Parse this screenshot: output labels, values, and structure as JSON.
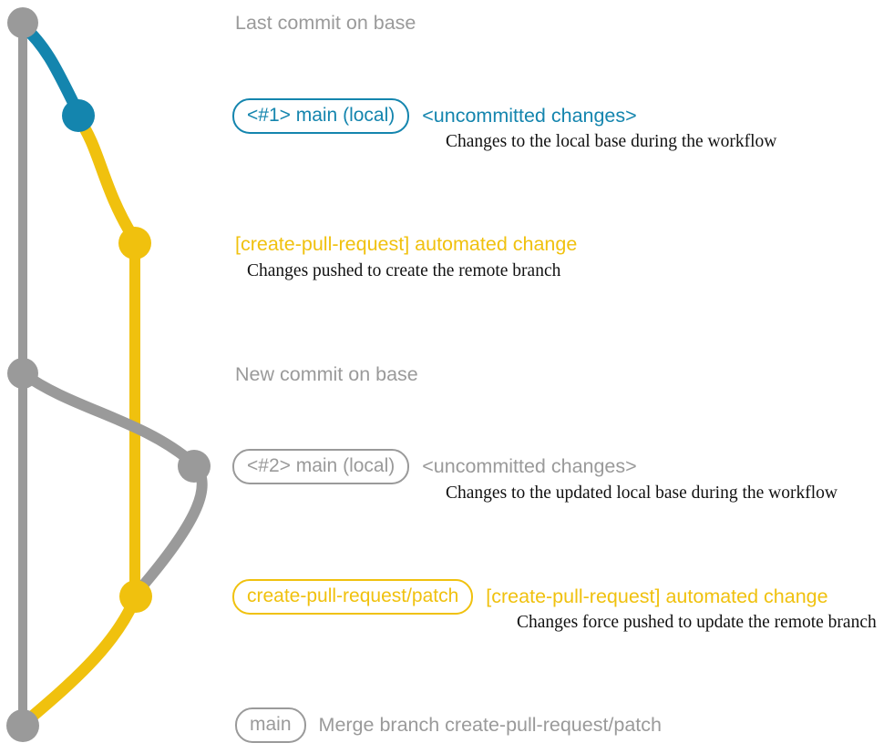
{
  "colors": {
    "base_gray": "#9a9a9a",
    "blue": "#1485ae",
    "yellow": "#f0c10e",
    "description_text": "#111111",
    "background": "#ffffff"
  },
  "graph": {
    "commits": [
      {
        "id": "last-commit-on-base",
        "branch": "base",
        "color": "#9a9a9a"
      },
      {
        "id": "main-local-1",
        "branch": "main (local)",
        "color": "#1485ae"
      },
      {
        "id": "automated-change-1",
        "branch": "create-pull-request/patch",
        "color": "#f0c10e"
      },
      {
        "id": "new-commit-on-base",
        "branch": "base",
        "color": "#9a9a9a"
      },
      {
        "id": "main-local-2",
        "branch": "main (local)",
        "color": "#9a9a9a"
      },
      {
        "id": "automated-change-2",
        "branch": "create-pull-request/patch",
        "color": "#f0c10e"
      },
      {
        "id": "merge-commit",
        "branch": "main",
        "color": "#9a9a9a"
      }
    ]
  },
  "annotations": {
    "last_commit_label": "Last commit on base",
    "new_commit_label": "New commit on base",
    "row1": {
      "badge": "<#1> main (local)",
      "title": "<uncommitted changes>",
      "description": "Changes to the local base during the workflow"
    },
    "row2": {
      "title": "[create-pull-request] automated change",
      "description": "Changes pushed to create the remote branch"
    },
    "row3": {
      "badge": "<#2> main (local)",
      "title": "<uncommitted changes>",
      "description": "Changes to the updated local base during the workflow"
    },
    "row4": {
      "badge": "create-pull-request/patch",
      "title": "[create-pull-request] automated change",
      "description": "Changes force pushed to update the remote branch"
    },
    "row5": {
      "badge": "main",
      "title": "Merge branch create-pull-request/patch"
    }
  }
}
